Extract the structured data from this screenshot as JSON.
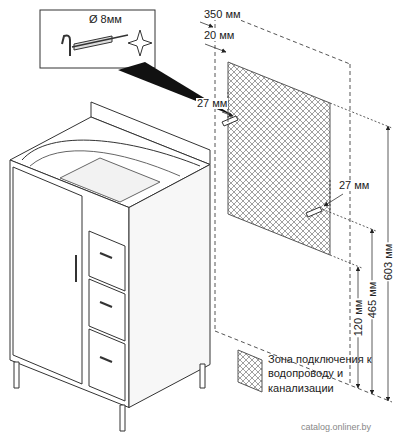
{
  "diagram": {
    "labels": [
      "Ø 8мм",
      "350 мм",
      "20 мм",
      "27 мм",
      "27 мм",
      "120 мм",
      "465 мм",
      "603 мм",
      "catalog.onliner.by"
    ],
    "legend": [
      {
        "text": "Зона подключения к водопроводу и канализации"
      }
    ]
  }
}
